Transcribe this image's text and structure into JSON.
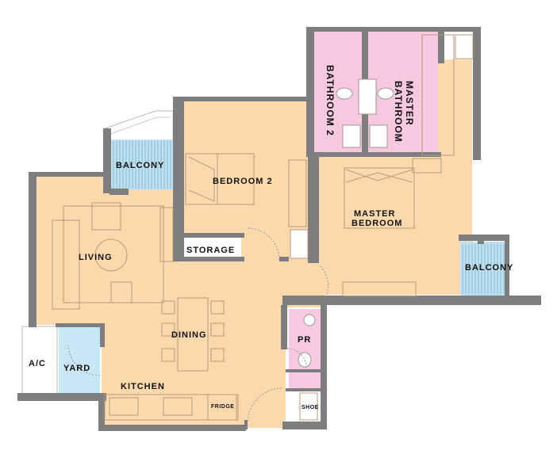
{
  "labels": {
    "bathroom2": "BATHROOM 2",
    "master_bathroom_line1": "MASTER",
    "master_bathroom_line2": "BATHROOM",
    "balcony_top": "BALCONY",
    "bedroom2": "BEDROOM 2",
    "master_bedroom_line1": "MASTER",
    "master_bedroom_line2": "BEDROOM",
    "storage": "STORAGE",
    "living": "LIVING",
    "balcony_right": "BALCONY",
    "dining": "DINING",
    "pr": "PR",
    "ac": "A/C",
    "yard": "YARD",
    "kitchen": "KITCHEN",
    "fridge": "FRIDGE",
    "shoe": "SHOE"
  },
  "colors": {
    "wall": "#7d7e80",
    "floor": "#fbd9ad",
    "wet_area": "#f6c9e1",
    "balcony": "#bfe1f0",
    "yard": "#c8e6f3",
    "furniture_line": "#b89a76"
  }
}
